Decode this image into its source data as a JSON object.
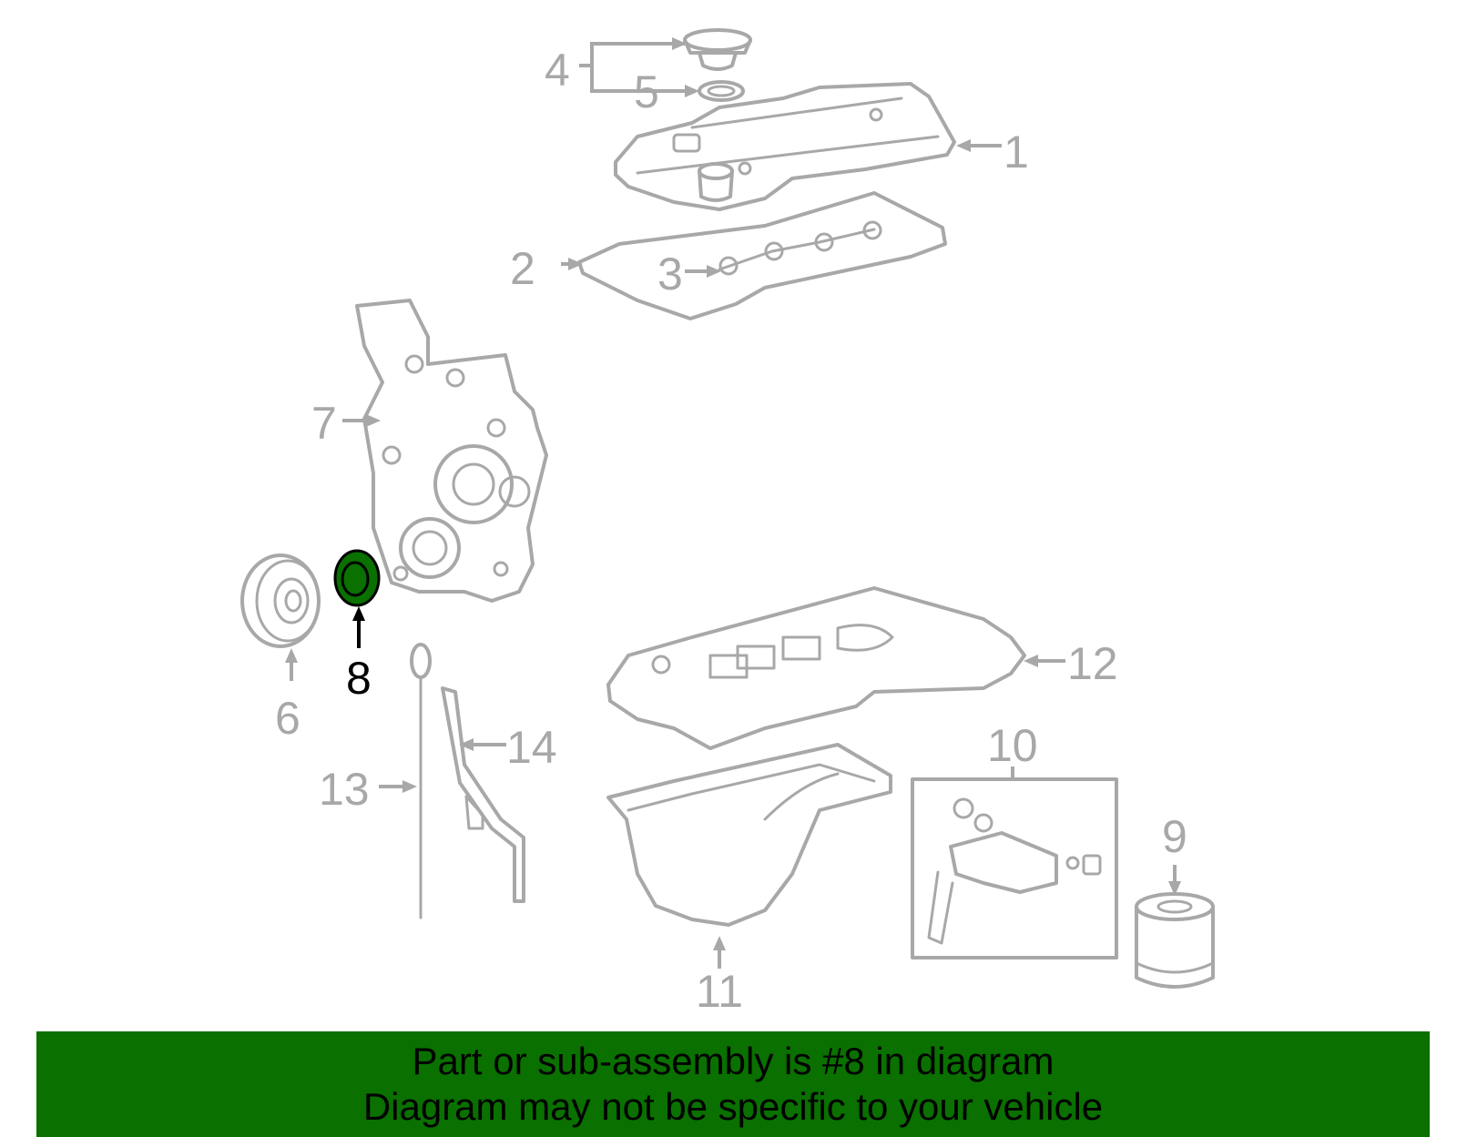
{
  "highlight_color": "#0a7000",
  "highlighted_part": "8",
  "callouts": {
    "c1": "1",
    "c2": "2",
    "c3": "3",
    "c4": "4",
    "c5": "5",
    "c6": "6",
    "c7": "7",
    "c8": "8",
    "c9": "9",
    "c10": "10",
    "c11": "11",
    "c12": "12",
    "c13": "13",
    "c14": "14"
  },
  "banner": {
    "line1": "Part or sub-assembly is #8 in diagram",
    "line2": "Diagram may not be specific to your vehicle"
  }
}
